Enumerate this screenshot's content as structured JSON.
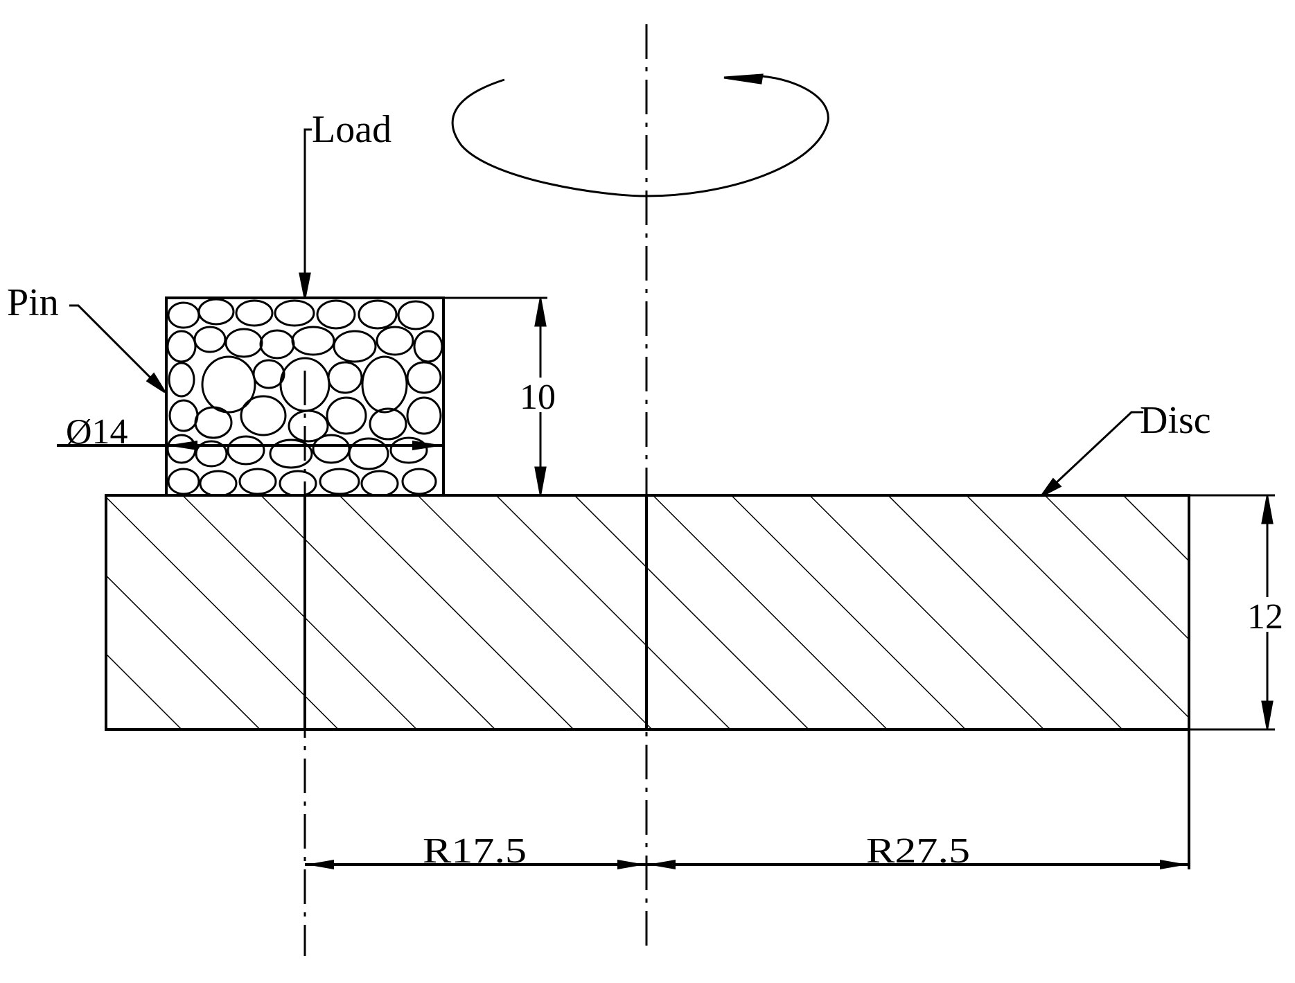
{
  "diagram": {
    "type": "pin-on-disc schematic",
    "colors": {
      "line": "#000000",
      "background": "#ffffff"
    },
    "labels": {
      "load": "Load",
      "pin": "Pin",
      "disc": "Disc"
    },
    "dimensions": {
      "pin_diameter": "Ø14",
      "pin_height": "10",
      "disc_thickness": "12",
      "track_radius": "R17.5",
      "disc_radius": "R27.5"
    },
    "symbols": {
      "rotation": "rotation-arrow-icon",
      "centerline": "dash-dot centerline"
    }
  }
}
